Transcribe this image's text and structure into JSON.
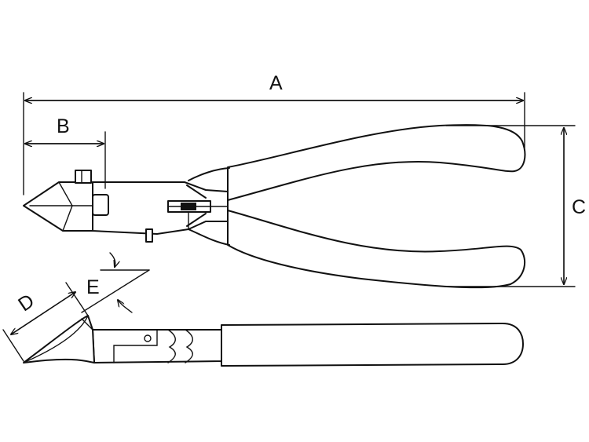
{
  "labels": {
    "a": "A",
    "b": "B",
    "c": "C",
    "d": "D",
    "e": "E"
  },
  "colors": {
    "line": "#111111",
    "background": "#ffffff",
    "insulator": "#111111"
  }
}
